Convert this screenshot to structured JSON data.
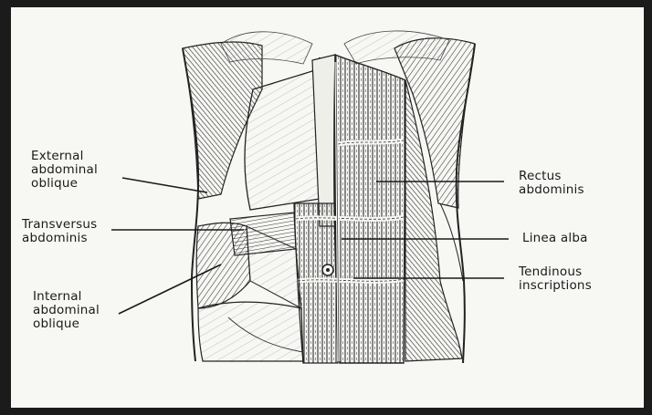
{
  "labels": {
    "external_oblique": [
      "External",
      "abdominal",
      "oblique"
    ],
    "transversus": [
      "Transversus",
      "abdominis"
    ],
    "internal_oblique": [
      "Internal",
      "abdominal",
      "oblique"
    ],
    "rectus": [
      "Rectus",
      "abdominis"
    ],
    "linea_alba": [
      "Linea alba"
    ],
    "tendinous": [
      "Tendinous",
      "inscriptions"
    ]
  },
  "colors": {
    "border": "#1b1b1b",
    "paper": "#f7f7f4",
    "ink": "#1a1a1a"
  }
}
